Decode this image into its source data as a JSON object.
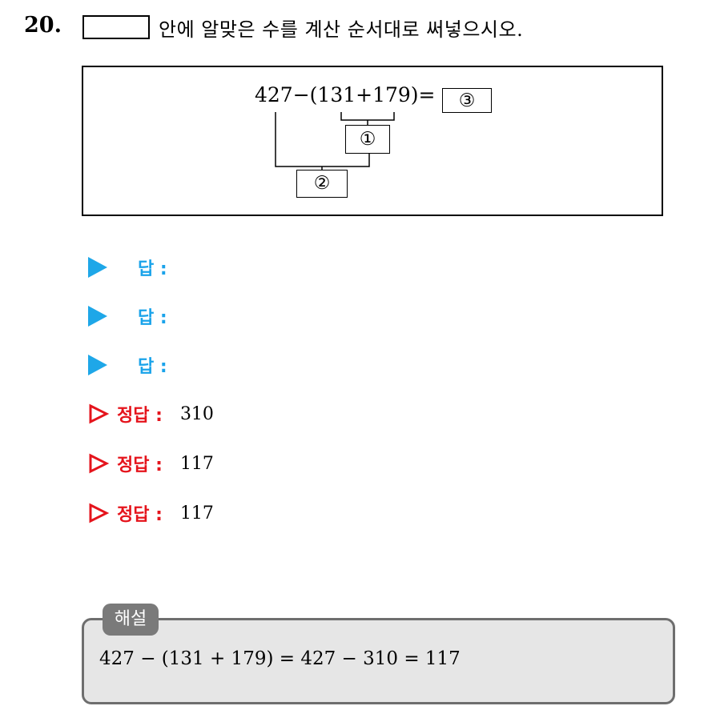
{
  "question": {
    "number": "20.",
    "text": "안에 알맞은 수를 계산 순서대로 써넣으시오."
  },
  "diagram": {
    "expression": "427−(131+179)=",
    "circle_1": "①",
    "circle_2": "②",
    "circle_3": "③"
  },
  "answers": [
    {
      "label": "답 :"
    },
    {
      "label": "답 :"
    },
    {
      "label": "답 :"
    }
  ],
  "correct_answers": [
    {
      "label": "정답 :",
      "value": "310"
    },
    {
      "label": "정답 :",
      "value": "117"
    },
    {
      "label": "정답 :",
      "value": "117"
    }
  ],
  "explanation": {
    "tab_label": "해설",
    "text": "427 − (131 + 179) = 427 − 310 = 117"
  }
}
